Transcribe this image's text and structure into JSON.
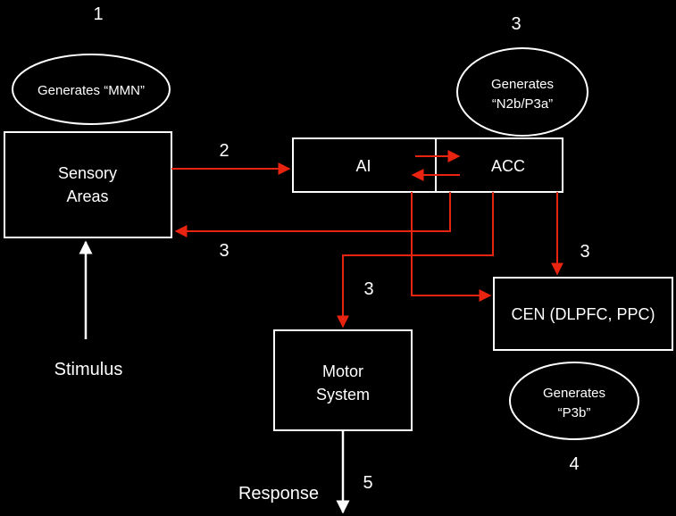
{
  "colors": {
    "background": "#000000",
    "foreground": "#ffffff",
    "arrow_red": "#e8230f"
  },
  "numbers": {
    "n1": "1",
    "n2": "2",
    "n3_top": "3",
    "n3_left": "3",
    "n3_right": "3",
    "n3_motor": "3",
    "n4": "4",
    "n5": "5"
  },
  "ellipses": {
    "mmn": {
      "line1": "Generates “MMN”"
    },
    "n2b": {
      "line1": "Generates",
      "line2": "“N2b/P3a”"
    },
    "p3b": {
      "line1": "Generates",
      "line2": "“P3b”"
    }
  },
  "boxes": {
    "sensory": {
      "line1": "Sensory",
      "line2": "Areas"
    },
    "ai": {
      "label": "AI"
    },
    "acc": {
      "label": "ACC"
    },
    "cen": {
      "label": "CEN (DLPFC, PPC)"
    },
    "motor": {
      "line1": "Motor",
      "line2": "System"
    }
  },
  "labels": {
    "stimulus": "Stimulus",
    "response": "Response"
  }
}
